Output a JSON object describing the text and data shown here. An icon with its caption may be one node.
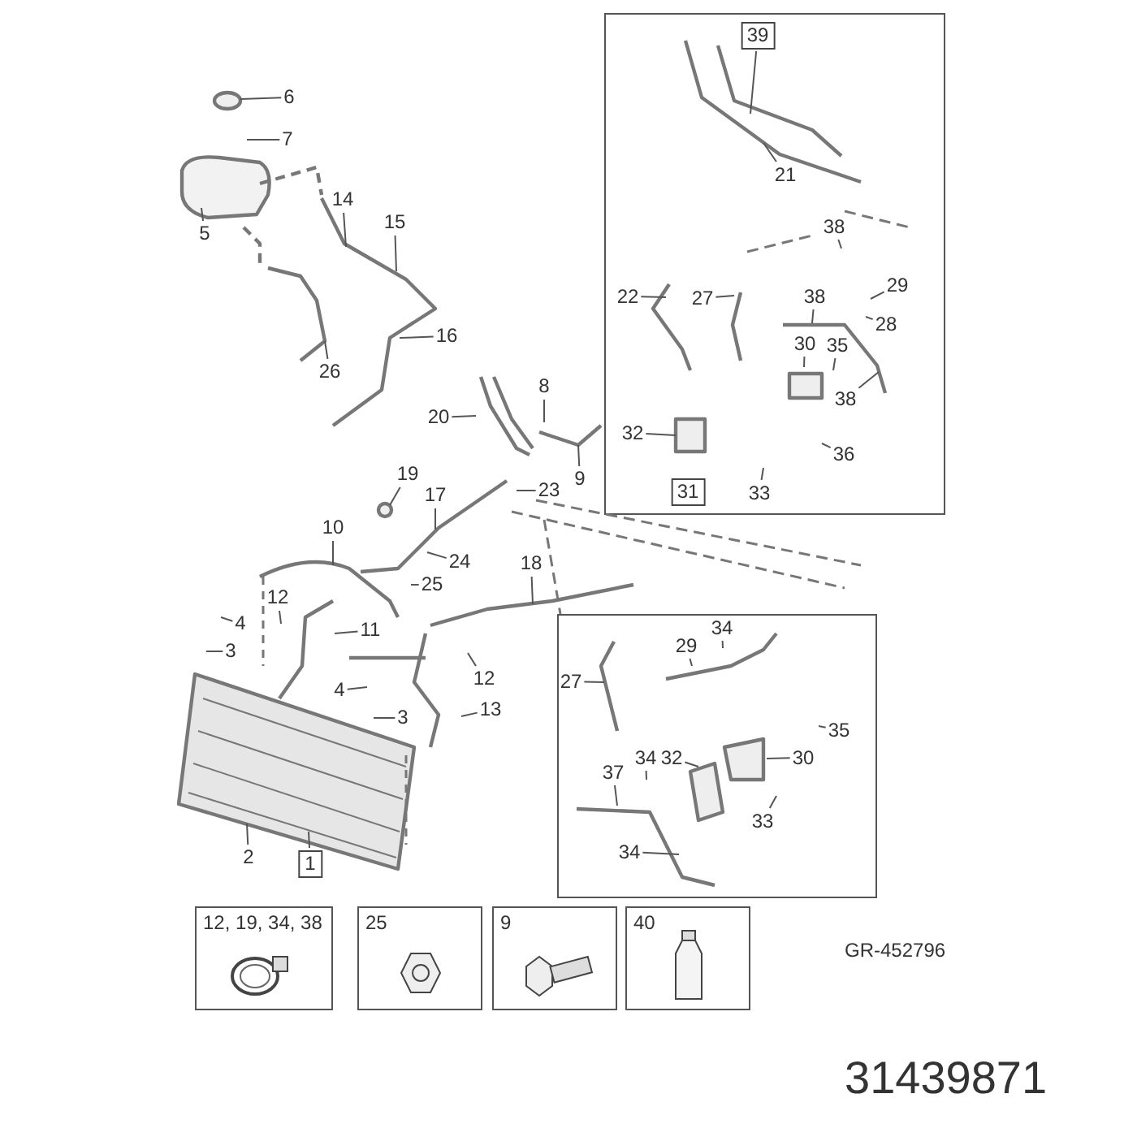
{
  "diagram": {
    "nodes": [
      {
        "text": [],
        "shape": "box"
      },
      {
        "text": [
          "39"
        ],
        "in": 0
      },
      {
        "text": [
          "21"
        ],
        "in": 0
      },
      {
        "text": [
          "38"
        ],
        "in": 0
      },
      {
        "text": [
          "22"
        ],
        "in": 0
      },
      {
        "text": [
          "27"
        ],
        "in": 0
      },
      {
        "text": [
          "38"
        ],
        "in": 0
      },
      {
        "text": [
          "29"
        ],
        "in": 0
      },
      {
        "text": [
          "28"
        ],
        "in": 0
      },
      {
        "text": [
          "30"
        ],
        "in": 0
      },
      {
        "text": [
          "35"
        ],
        "in": 0
      },
      {
        "text": [
          "38"
        ],
        "in": 0
      },
      {
        "text": [
          "32"
        ],
        "in": 0
      },
      {
        "text": [
          "36"
        ],
        "in": 0
      },
      {
        "text": [
          "31"
        ],
        "in": 0
      },
      {
        "text": [
          "33"
        ],
        "in": 0
      },
      {
        "text": [
          "6"
        ]
      },
      {
        "text": [
          "7"
        ]
      },
      {
        "text": [
          "14"
        ]
      },
      {
        "text": [
          "15"
        ]
      },
      {
        "text": [
          "5"
        ]
      },
      {
        "text": [
          "16"
        ]
      },
      {
        "text": [
          "26"
        ]
      },
      {
        "text": [
          "8"
        ]
      },
      {
        "text": [
          "20"
        ]
      },
      {
        "text": [
          "9"
        ]
      },
      {
        "text": [
          "19"
        ]
      },
      {
        "text": [
          "17"
        ]
      },
      {
        "text": [
          "23"
        ]
      },
      {
        "text": [
          "10"
        ]
      },
      {
        "text": [
          "18"
        ]
      },
      {
        "text": [
          "24"
        ]
      },
      {
        "text": [
          "25"
        ]
      },
      {
        "text": [
          "12"
        ]
      },
      {
        "text": [
          "4"
        ]
      },
      {
        "text": [
          "11"
        ]
      },
      {
        "text": [
          "3"
        ]
      },
      {
        "text": [
          "12"
        ]
      },
      {
        "text": [
          "13"
        ]
      },
      {
        "text": [
          "4"
        ]
      },
      {
        "text": [
          "3"
        ]
      },
      {
        "text": [
          "2"
        ]
      },
      {
        "text": [
          "1"
        ]
      },
      {
        "text": [],
        "shape": "box"
      },
      {
        "text": [
          "34"
        ],
        "in": 43
      },
      {
        "text": [
          "29"
        ],
        "in": 43
      },
      {
        "text": [
          "27"
        ],
        "in": 43
      },
      {
        "text": [
          "35"
        ],
        "in": 43
      },
      {
        "text": [
          "30"
        ],
        "in": 43
      },
      {
        "text": [
          "34"
        ],
        "in": 43
      },
      {
        "text": [
          "32"
        ],
        "in": 43
      },
      {
        "text": [
          "37"
        ],
        "in": 43
      },
      {
        "text": [
          "33"
        ],
        "in": 43
      },
      {
        "text": [
          "34"
        ],
        "in": 43
      },
      {
        "text": [
          "12, 19, 34, 38"
        ]
      },
      {
        "text": [
          "25"
        ]
      },
      {
        "text": [
          "9"
        ]
      },
      {
        "text": [
          "40"
        ]
      }
    ],
    "edges": [
      {
        "from": 1,
        "to": null,
        "arrow": "none"
      },
      {
        "from": 2,
        "to": null,
        "arrow": "none"
      },
      {
        "from": 3,
        "to": null,
        "arrow": "none"
      },
      {
        "from": 4,
        "to": null,
        "arrow": "none"
      },
      {
        "from": 5,
        "to": null,
        "arrow": "none"
      },
      {
        "from": 6,
        "to": null,
        "arrow": "none"
      },
      {
        "from": 7,
        "to": null,
        "arrow": "none"
      },
      {
        "from": 8,
        "to": null,
        "arrow": "none"
      },
      {
        "from": 9,
        "to": null,
        "arrow": "none"
      },
      {
        "from": 10,
        "to": null,
        "arrow": "none"
      },
      {
        "from": 11,
        "to": null,
        "arrow": "none"
      },
      {
        "from": 12,
        "to": null,
        "arrow": "none"
      },
      {
        "from": 13,
        "to": null,
        "arrow": "none"
      },
      {
        "from": 15,
        "to": null,
        "arrow": "none"
      },
      {
        "from": 16,
        "to": null,
        "arrow": "none"
      },
      {
        "from": 17,
        "to": null,
        "arrow": "none"
      },
      {
        "from": 18,
        "to": null,
        "arrow": "none"
      },
      {
        "from": 19,
        "to": null,
        "arrow": "none"
      },
      {
        "from": 20,
        "to": null,
        "arrow": "none"
      },
      {
        "from": 21,
        "to": null,
        "arrow": "none"
      },
      {
        "from": 22,
        "to": null,
        "arrow": "none"
      },
      {
        "from": 23,
        "to": null,
        "arrow": "none"
      },
      {
        "from": 24,
        "to": null,
        "arrow": "none"
      },
      {
        "from": 25,
        "to": null,
        "arrow": "none"
      },
      {
        "from": 26,
        "to": null,
        "arrow": "none"
      },
      {
        "from": 27,
        "to": null,
        "arrow": "none"
      },
      {
        "from": 28,
        "to": null,
        "arrow": "none"
      },
      {
        "from": 29,
        "to": null,
        "arrow": "none"
      },
      {
        "from": 30,
        "to": null,
        "arrow": "none"
      },
      {
        "from": 31,
        "to": null,
        "arrow": "none"
      },
      {
        "from": 32,
        "to": null,
        "arrow": "none"
      },
      {
        "from": 33,
        "to": null,
        "arrow": "none"
      },
      {
        "from": 34,
        "to": null,
        "arrow": "none"
      },
      {
        "from": 35,
        "to": null,
        "arrow": "none"
      },
      {
        "from": 36,
        "to": null,
        "arrow": "none"
      },
      {
        "from": 37,
        "to": null,
        "arrow": "none"
      },
      {
        "from": 38,
        "to": null,
        "arrow": "none"
      },
      {
        "from": 39,
        "to": null,
        "arrow": "none"
      },
      {
        "from": 40,
        "to": null,
        "arrow": "none"
      },
      {
        "from": 41,
        "to": null,
        "arrow": "none"
      },
      {
        "from": 42,
        "to": null,
        "arrow": "none"
      },
      {
        "from": 44,
        "to": null,
        "arrow": "none"
      },
      {
        "from": 45,
        "to": null,
        "arrow": "none"
      },
      {
        "from": 46,
        "to": null,
        "arrow": "none"
      },
      {
        "from": 47,
        "to": null,
        "arrow": "none"
      },
      {
        "from": 48,
        "to": null,
        "arrow": "none"
      },
      {
        "from": 49,
        "to": null,
        "arrow": "none"
      },
      {
        "from": 50,
        "to": null,
        "arrow": "none"
      },
      {
        "from": 51,
        "to": null,
        "arrow": "none"
      },
      {
        "from": 52,
        "to": null,
        "arrow": "none"
      },
      {
        "from": 53,
        "to": null,
        "arrow": "none"
      }
    ],
    "labels": [
      "GR-452796",
      "31439871"
    ]
  }
}
